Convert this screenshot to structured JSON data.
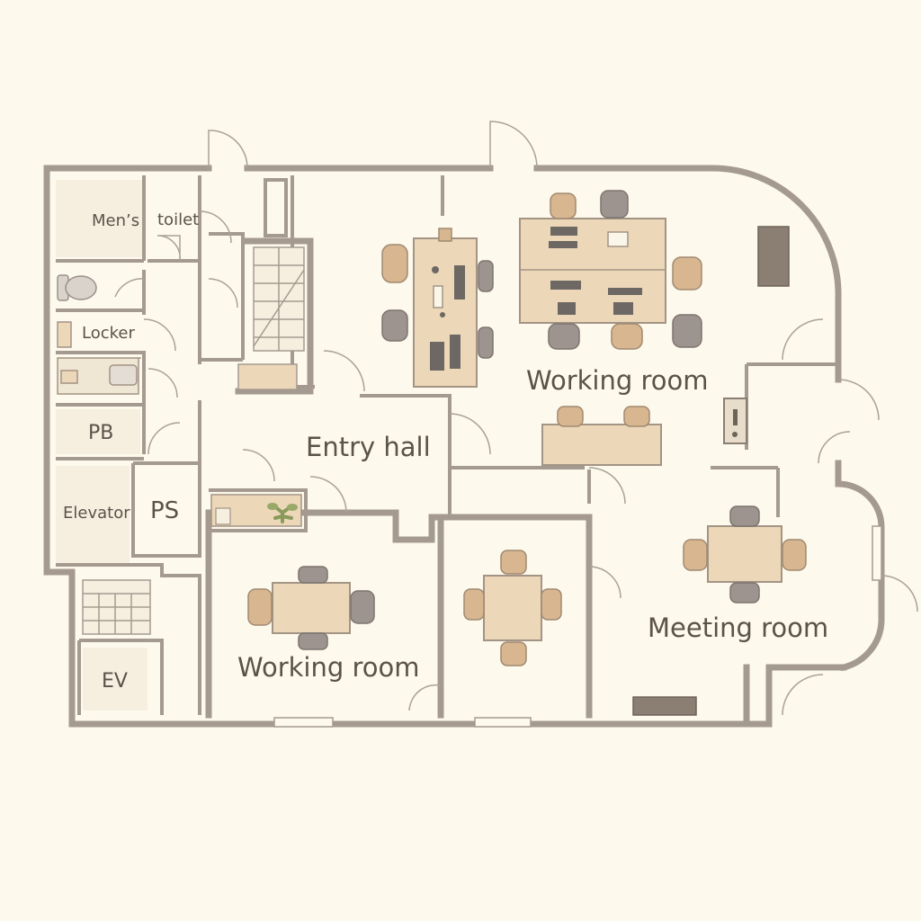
{
  "rooms": {
    "mens": "Men’s",
    "toilet": "toilet",
    "locker": "Locker",
    "pb": "PB",
    "elevator": "Elevator",
    "ps": "PS",
    "ev": "EV",
    "entry_hall": "Entry hall",
    "working_room_top": "Working room",
    "working_room_bottom": "Working room",
    "meeting_room": "Meeting room"
  },
  "colors": {
    "background": "#fdf9ec",
    "wall": "#a59a90",
    "furniture_wood": "#ecd8b8",
    "chair_grey": "#9d948f",
    "label": "#5b5249"
  },
  "icons": {
    "plant": "plant-icon",
    "stairs": "stairs-icon",
    "door_swing": "door-swing-icon"
  }
}
